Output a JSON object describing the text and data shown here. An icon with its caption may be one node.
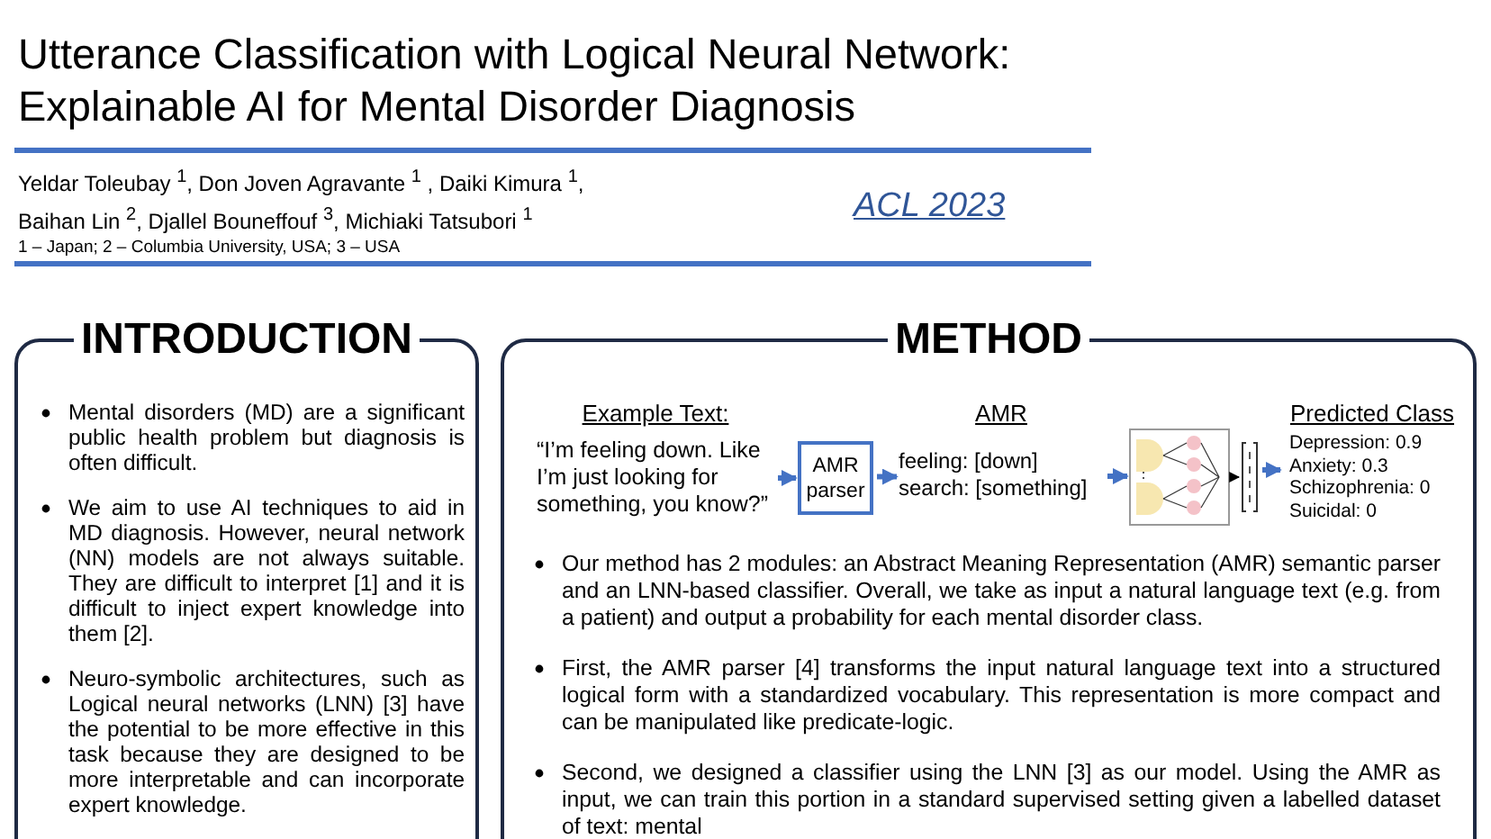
{
  "diagram": {
    "title": "Utterance Classification with Logical Neural Network: Explainable AI for Mental Disorder Diagnosis",
    "nodes": [
      {
        "text": [
          "INTRODUCTION",
          "Mental disorders (MD) are a significant public health problem but diagnosis is often difficult.",
          "We aim to use AI techniques to aid in MD diagnosis. However, neural network (NN) models are not always suitable. They are difficult to interpret [1] and it is difficult to inject expert knowledge into them [2].",
          "Neuro-symbolic architectures, such as Logical neural networks (LNN) [3] have the potential to be more effective in this task because they are designed to be more interpretable and can incorporate expert knowledge."
        ]
      },
      {
        "text": [
          "METHOD",
          "Our method has 2 modules: an Abstract Meaning Representation (AMR) semantic parser and an LNN-based classifier. Overall, we take as input a natural language text (e.g. from a patient) and output a probability for each mental disorder class.",
          "First, the AMR parser [4] transforms the input natural language text into a structured logical form with a standardized vocabulary. This representation is more compact and can be manipulated like predicate-logic.",
          "Second, we designed a classifier using the LNN [3] as our model. Using the AMR as input, we can train this portion in a standard supervised setting given a labelled dataset of text: mental"
        ]
      },
      {
        "text": [
          "Example Text:",
          "“I’m feeling down. Like I’m just looking for something, you know?”"
        ],
        "in": 1
      },
      {
        "text": [
          "AMR parser"
        ],
        "in": 1
      },
      {
        "text": [
          "AMR",
          "feeling: [down] search: [something]"
        ],
        "in": 1
      },
      {
        "text": [],
        "shape": "picture",
        "in": 1
      },
      {
        "text": [],
        "shape": "bar",
        "in": 1
      },
      {
        "text": [
          "Predicted Class",
          "Depression: 0.9",
          "Anxiety: 0.3",
          "Schizophrenia: 0",
          "Suicidal: 0"
        ],
        "in": 1
      }
    ],
    "edges": [
      {
        "from": 2,
        "to": 3,
        "arrow": "to"
      },
      {
        "from": 3,
        "to": 4,
        "arrow": "to"
      },
      {
        "from": 4,
        "to": 5,
        "arrow": "to"
      },
      {
        "from": 5,
        "to": 6,
        "arrow": "to",
        "color": "#000000"
      },
      {
        "from": 6,
        "to": 7,
        "arrow": "to"
      }
    ],
    "labels": [
      "Yeldar Toleubay $^{1}$, Don Joven Agravante $^{1}$ , Daiki Kimura $^{1}$, Baihan Lin $^{2}$, Djallel Bouneffouf $^{3}$, Michiaki Tatsubori $^{1}$",
      "ACL 2023",
      "1 – Japan; 2 – Columbia University, USA; 3 – USA"
    ]
  }
}
